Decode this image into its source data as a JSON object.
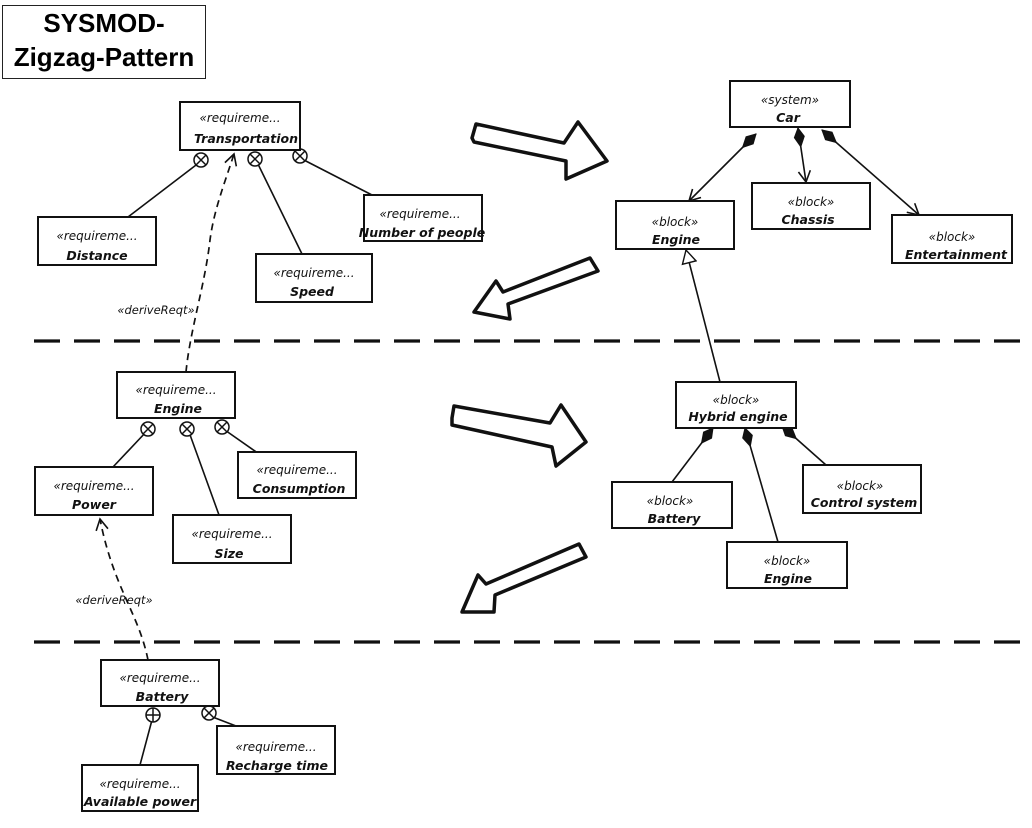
{
  "title": {
    "line1": "SYSMOD-",
    "line2": "Zigzag-Pattern"
  },
  "requirements": {
    "transportation": {
      "stereotype": "«requireme...",
      "name": "Transportation"
    },
    "distance": {
      "stereotype": "«requireme...",
      "name": "Distance"
    },
    "speed": {
      "stereotype": "«requireme...",
      "name": "Speed"
    },
    "number_of_people": {
      "stereotype": "«requireme...",
      "name": "Number of people"
    },
    "engine": {
      "stereotype": "«requireme...",
      "name": "Engine"
    },
    "power": {
      "stereotype": "«requireme...",
      "name": "Power"
    },
    "size": {
      "stereotype": "«requireme...",
      "name": "Size"
    },
    "consumption": {
      "stereotype": "«requireme...",
      "name": "Consumption"
    },
    "battery": {
      "stereotype": "«requireme...",
      "name": "Battery"
    },
    "available_power": {
      "stereotype": "«requireme...",
      "name": "Available power"
    },
    "recharge_time": {
      "stereotype": "«requireme...",
      "name": "Recharge time"
    }
  },
  "blocks": {
    "car": {
      "stereotype": "«system»",
      "name": "Car"
    },
    "engine": {
      "stereotype": "«block»",
      "name": "Engine"
    },
    "chassis": {
      "stereotype": "«block»",
      "name": "Chassis"
    },
    "entertainment": {
      "stereotype": "«block»",
      "name": "Entertainment"
    },
    "hybrid_engine": {
      "stereotype": "«block»",
      "name": "Hybrid engine"
    },
    "battery": {
      "stereotype": "«block»",
      "name": "Battery"
    },
    "control_system": {
      "stereotype": "«block»",
      "name": "Control system"
    },
    "engine2": {
      "stereotype": "«block»",
      "name": "Engine"
    }
  },
  "labels": {
    "derive1": "«deriveReqt»",
    "derive2": "«deriveReqt»"
  }
}
